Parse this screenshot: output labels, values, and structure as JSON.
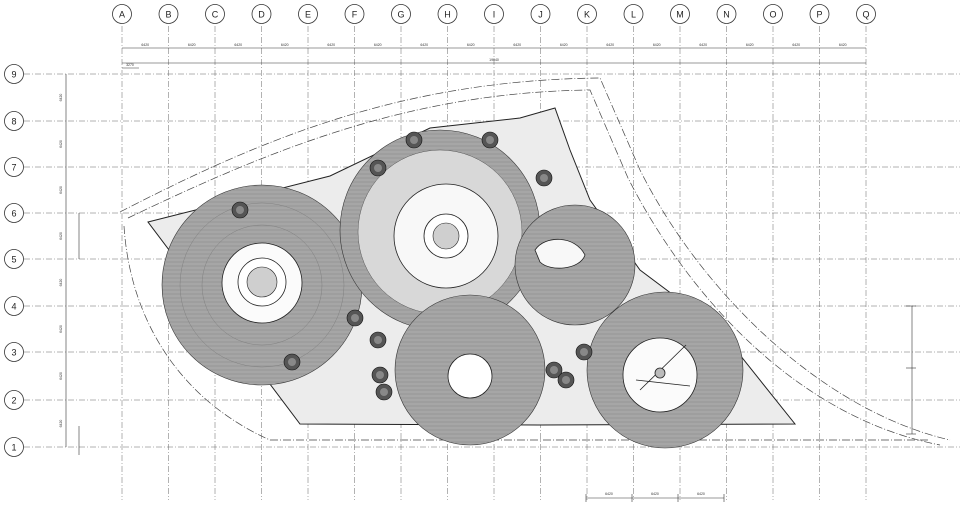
{
  "grid": {
    "columns": [
      "A",
      "B",
      "C",
      "D",
      "E",
      "F",
      "G",
      "H",
      "I",
      "J",
      "K",
      "L",
      "M",
      "N",
      "O",
      "P",
      "Q"
    ],
    "rows": [
      "9",
      "8",
      "7",
      "6",
      "5",
      "4",
      "3",
      "2",
      "1"
    ]
  },
  "dimensions": {
    "overall_top": "19040",
    "top_segments": [
      "6420",
      "6420",
      "6420",
      "6420",
      "6420",
      "6420",
      "6420",
      "6420",
      "6420",
      "6420",
      "6420",
      "6420",
      "6420",
      "6420",
      "6420",
      "6420"
    ],
    "left_segments": [
      "6420",
      "6420",
      "6420",
      "6420",
      "6420",
      "6420",
      "6420",
      "6420"
    ],
    "offset_top_left": "3270",
    "bottom_segments": [
      "6420",
      "6420",
      "6420"
    ]
  },
  "colors": {
    "hatch": "#9a9a9a",
    "hatch_light": "#b4b4b4",
    "line": "#333333",
    "grid": "#555555"
  }
}
